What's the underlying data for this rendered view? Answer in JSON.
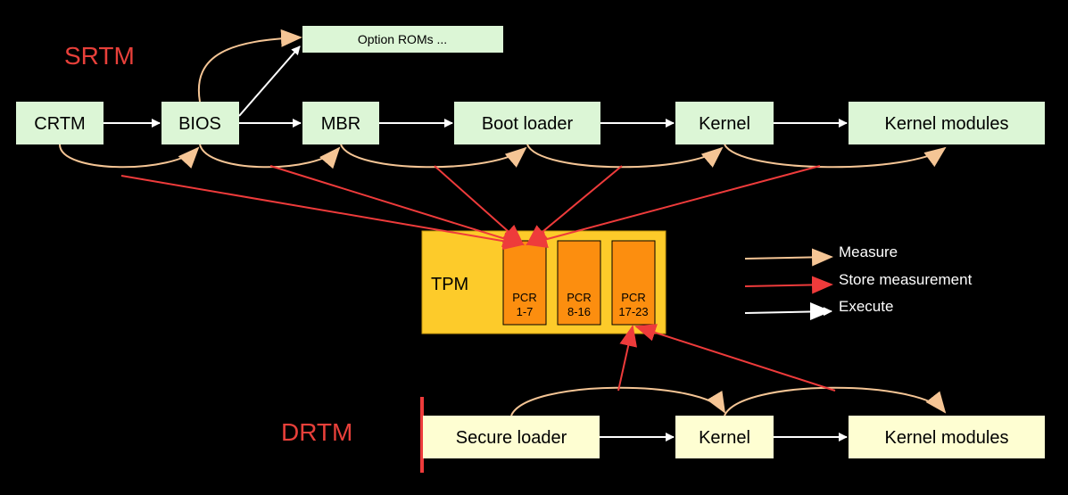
{
  "labels": {
    "srtm": "SRTM",
    "drtm": "DRTM"
  },
  "srtm_chain": {
    "crtm": "CRTM",
    "bios": "BIOS",
    "mbr": "MBR",
    "boot_loader": "Boot loader",
    "kernel": "Kernel",
    "kernel_modules": "Kernel modules",
    "option_roms": "Option ROMs ..."
  },
  "tpm": {
    "label": "TPM",
    "pcr_1_7": [
      "PCR",
      "1-7"
    ],
    "pcr_8_16": [
      "PCR",
      "8-16"
    ],
    "pcr_17_23": [
      "PCR",
      "17-23"
    ]
  },
  "drtm_chain": {
    "secure_loader": "Secure loader",
    "kernel": "Kernel",
    "kernel_modules": "Kernel modules"
  },
  "legend": {
    "measure": "Measure",
    "store": "Store measurement",
    "execute": "Execute"
  },
  "colors": {
    "background": "#000000",
    "title_red": "#e8403a",
    "srtm_box": "#dcf6d6",
    "drtm_box": "#fefed2",
    "tpm_fill": "#fdcb2a",
    "pcr_fill": "#fc8e0f",
    "measure_arrow": "#f5c595",
    "store_arrow": "#ee3b3b",
    "execute_arrow": "#ffffff"
  }
}
